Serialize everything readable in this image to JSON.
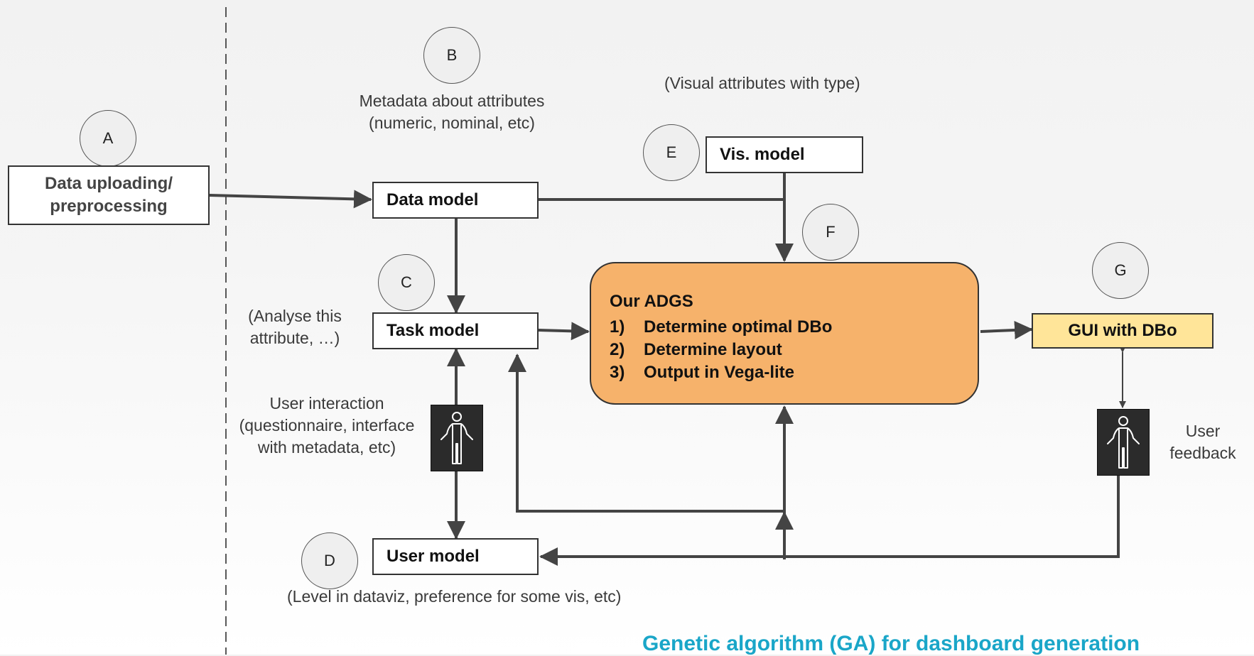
{
  "circles": {
    "a": "A",
    "b": "B",
    "c": "C",
    "d": "D",
    "e": "E",
    "f": "F",
    "g": "G"
  },
  "boxes": {
    "data_upload": "Data uploading/\npreprocessing",
    "data_model": "Data model",
    "task_model": "Task model",
    "user_model": "User model",
    "vis_model": "Vis. model",
    "gui": "GUI with DBo"
  },
  "adgs": {
    "title": "Our ADGS",
    "steps": [
      {
        "num": "1)",
        "text": "Determine optimal DBo"
      },
      {
        "num": "2)",
        "text": "Determine layout"
      },
      {
        "num": "3)",
        "text": "Output in Vega-lite"
      }
    ]
  },
  "labels": {
    "metadata": "Metadata about attributes\n(numeric, nominal, etc)",
    "visual_attrs": "(Visual attributes with type)",
    "analyse": "(Analyse this\nattribute, …)",
    "user_interaction": "User interaction\n(questionnaire, interface\nwith metadata, etc)",
    "user_level": "(Level in dataviz, preference for some vis, etc)",
    "user_feedback": "User\nfeedback"
  },
  "footer": "Genetic algorithm (GA) for dashboard generation",
  "colors": {
    "adgs_fill": "#f6b26b",
    "gui_fill": "#ffe599",
    "footer": "#1aa6c8",
    "line": "#444444"
  }
}
